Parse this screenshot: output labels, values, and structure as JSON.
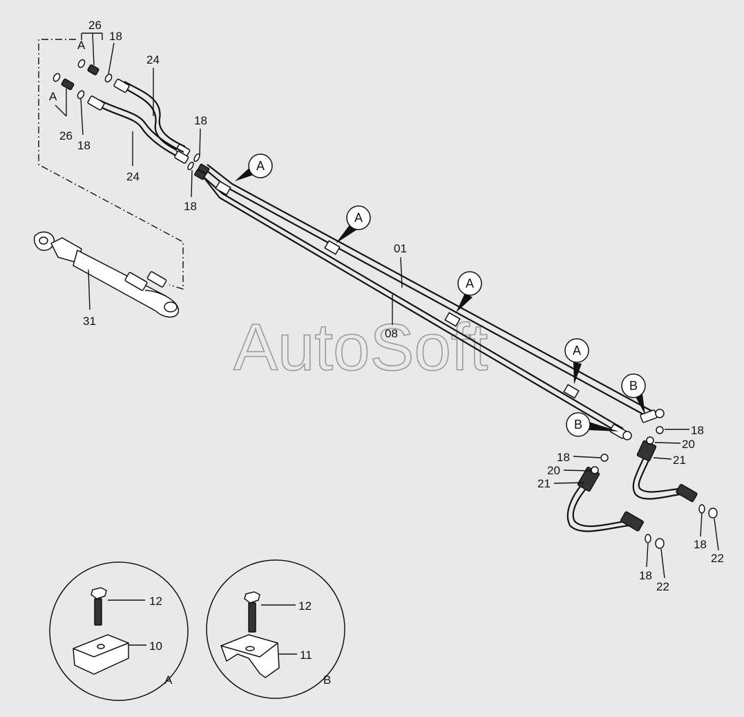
{
  "watermark": "AutoSoft",
  "labels": {
    "l26a": "26",
    "l18a": "18",
    "l24a": "24",
    "lAa": "A",
    "lAb": "A",
    "l26b": "26",
    "l18b": "18",
    "l24b": "24",
    "l18c": "18",
    "l18d": "18",
    "l31": "31",
    "l01": "01",
    "l08": "08",
    "l18e": "18",
    "l20a": "20",
    "l21a": "21",
    "l18f": "18",
    "l20b": "20",
    "l21b": "21",
    "l18g": "18",
    "l22a": "22",
    "l18h": "18",
    "l22b": "22",
    "l12a": "12",
    "l10": "10",
    "l12b": "12",
    "l11": "11",
    "detA": "A",
    "detB": "B"
  },
  "callouts": {
    "cA1": "A",
    "cA2": "A",
    "cA3": "A",
    "cA4": "A",
    "cB1": "B",
    "cB2": "B"
  }
}
